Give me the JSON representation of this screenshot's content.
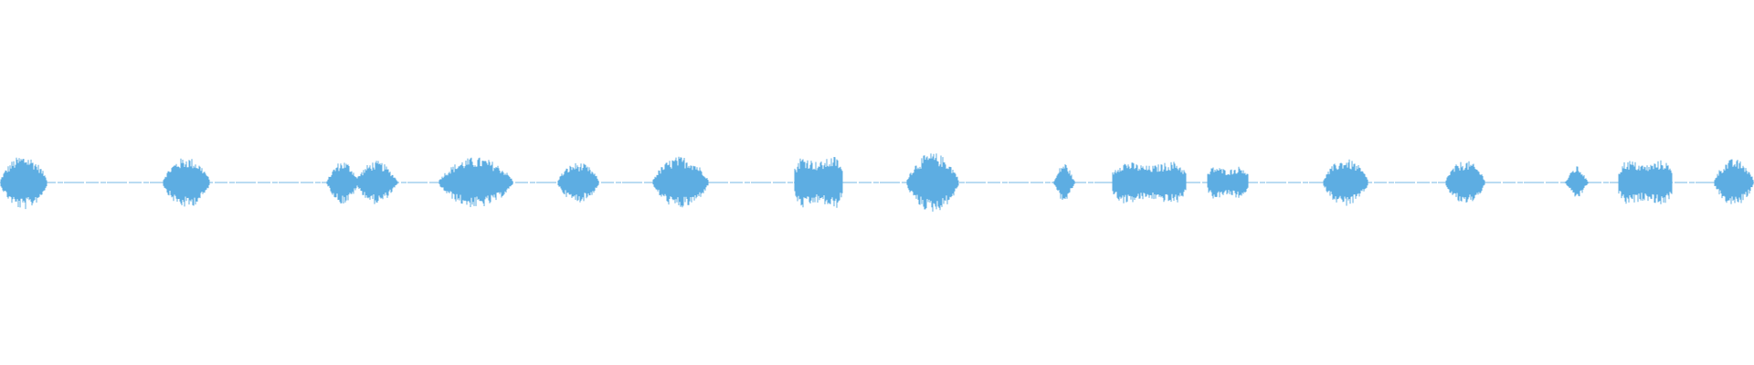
{
  "waveform": {
    "color": "#5dade2",
    "background": "#ffffff",
    "duration": 1920,
    "baseline_level": 0.5,
    "bursts": [
      {
        "start": 0,
        "end": 52,
        "amplitude": 0.075,
        "profile": "dome"
      },
      {
        "start": 178,
        "end": 230,
        "amplitude": 0.07,
        "profile": "dome"
      },
      {
        "start": 358,
        "end": 435,
        "amplitude": 0.06,
        "profile": "twin"
      },
      {
        "start": 480,
        "end": 562,
        "amplitude": 0.07,
        "profile": "dome"
      },
      {
        "start": 610,
        "end": 656,
        "amplitude": 0.055,
        "profile": "dome"
      },
      {
        "start": 714,
        "end": 776,
        "amplitude": 0.072,
        "profile": "dome"
      },
      {
        "start": 870,
        "end": 922,
        "amplitude": 0.072,
        "profile": "flat"
      },
      {
        "start": 992,
        "end": 1050,
        "amplitude": 0.082,
        "profile": "dome"
      },
      {
        "start": 1152,
        "end": 1178,
        "amplitude": 0.055,
        "profile": "spike"
      },
      {
        "start": 1218,
        "end": 1298,
        "amplitude": 0.058,
        "profile": "flat"
      },
      {
        "start": 1322,
        "end": 1366,
        "amplitude": 0.045,
        "profile": "flat"
      },
      {
        "start": 1448,
        "end": 1498,
        "amplitude": 0.065,
        "profile": "dome"
      },
      {
        "start": 1582,
        "end": 1626,
        "amplitude": 0.06,
        "profile": "dome"
      },
      {
        "start": 1712,
        "end": 1740,
        "amplitude": 0.045,
        "profile": "spike"
      },
      {
        "start": 1772,
        "end": 1830,
        "amplitude": 0.062,
        "profile": "flat"
      },
      {
        "start": 1876,
        "end": 1920,
        "amplitude": 0.065,
        "profile": "dome"
      }
    ]
  }
}
